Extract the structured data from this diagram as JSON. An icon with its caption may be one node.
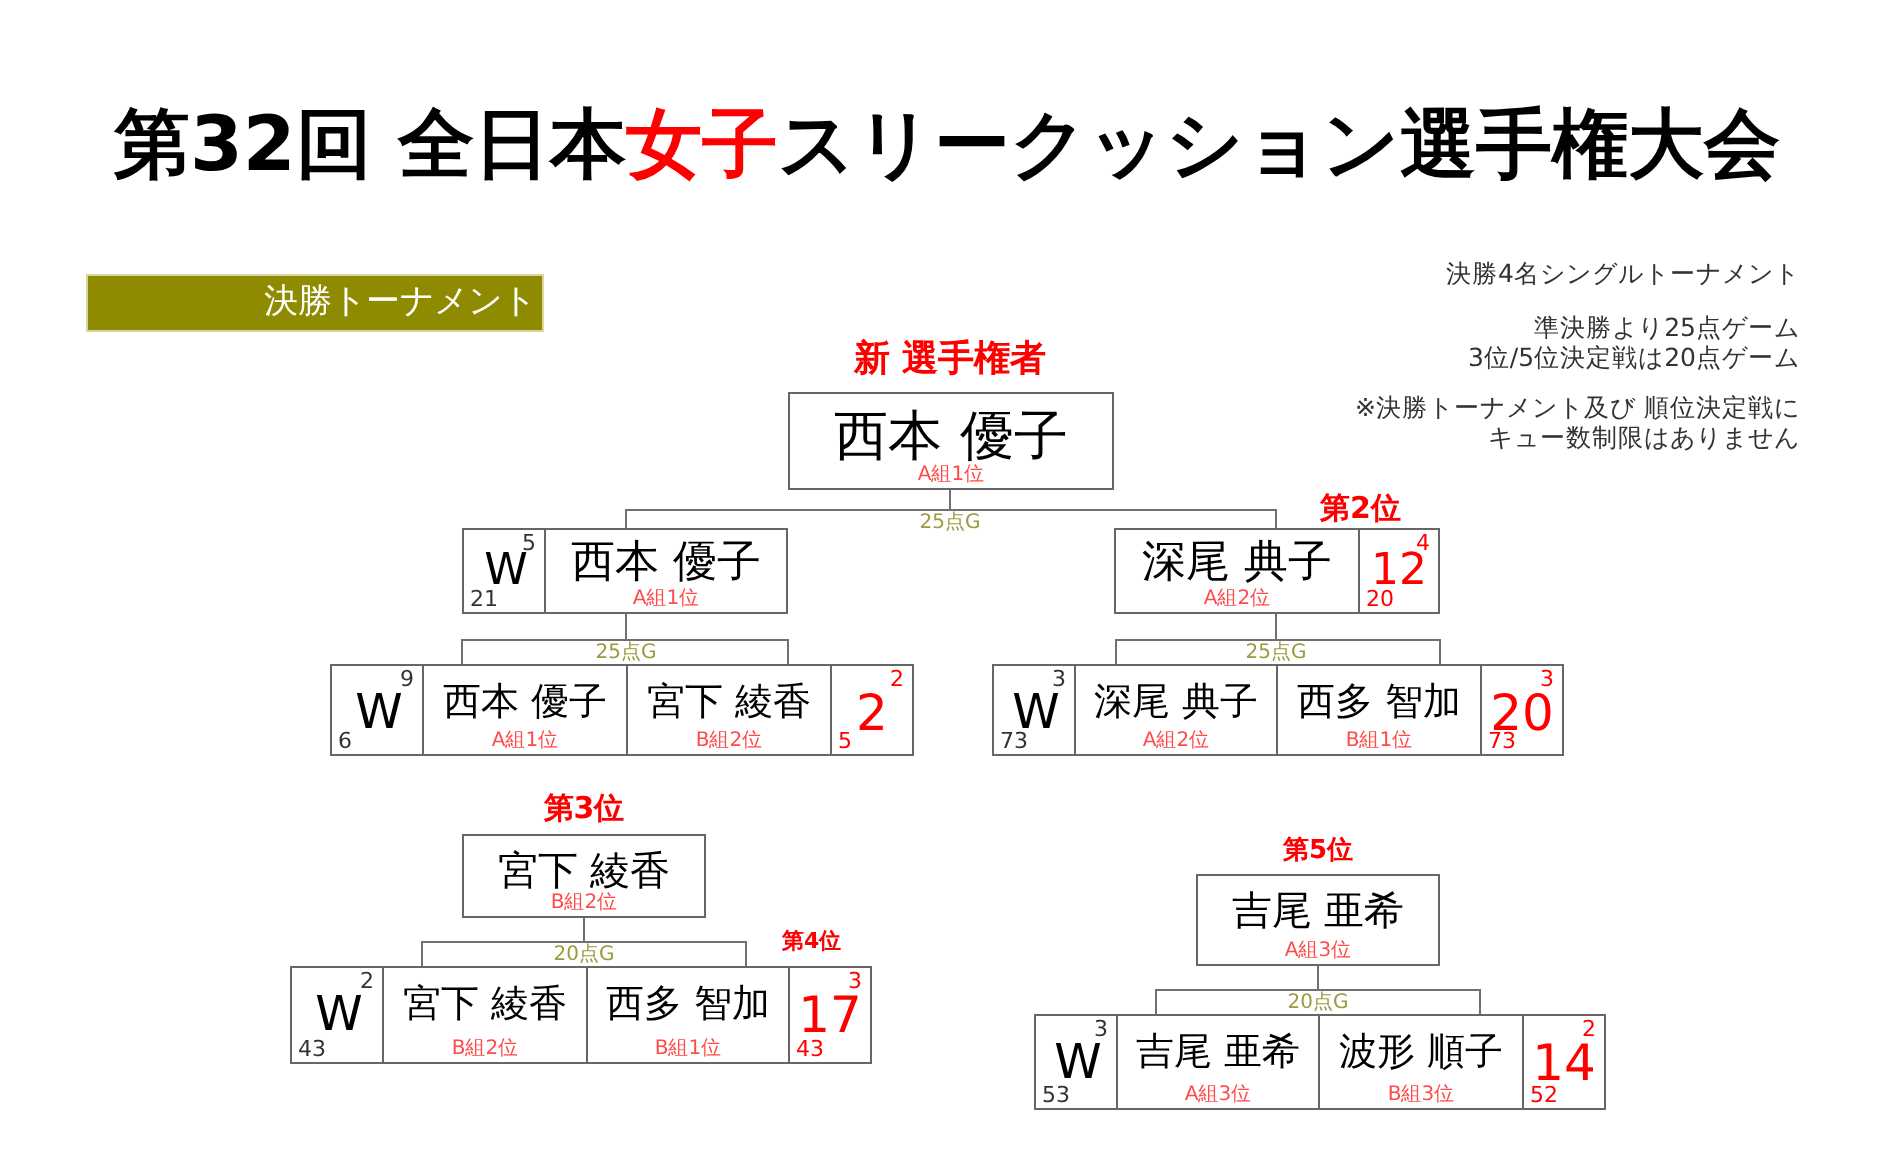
{
  "diagram": {
    "title": "第32回 全日本**女子**スリークッション選手権大会",
    "nodes": [
      {
        "text": [
          "決勝トーナメント"
        ]
      },
      {
        "text": [
          "西本 優子",
          "A組1位"
        ],
        "beside": [
          "新 選手権者"
        ]
      },
      {
        "text": [
          "5",
          "W",
          "21"
        ]
      },
      {
        "text": [
          "西本 優子",
          "A組1位"
        ]
      },
      {
        "text": [
          "深尾 典子",
          "A組2位"
        ],
        "beside": [
          "第2位"
        ]
      },
      {
        "text": [
          "4",
          "12",
          "20"
        ]
      },
      {
        "text": [
          "9",
          "W",
          "6"
        ]
      },
      {
        "text": [
          "西本 優子",
          "A組1位"
        ]
      },
      {
        "text": [
          "宮下 綾香",
          "B組2位"
        ]
      },
      {
        "text": [
          "2",
          "2",
          "5"
        ]
      },
      {
        "text": [
          "3",
          "W",
          "73"
        ]
      },
      {
        "text": [
          "深尾 典子",
          "A組2位"
        ]
      },
      {
        "text": [
          "西多 智加",
          "B組1位"
        ]
      },
      {
        "text": [
          "3",
          "20",
          "73"
        ]
      },
      {
        "text": [
          "宮下 綾香",
          "B組2位"
        ],
        "beside": [
          "第3位"
        ]
      },
      {
        "text": [
          "2",
          "W",
          "43"
        ]
      },
      {
        "text": [
          "宮下 綾香",
          "B組2位"
        ]
      },
      {
        "text": [
          "西多 智加",
          "B組1位"
        ]
      },
      {
        "text": [
          "3",
          "17",
          "43"
        ],
        "beside": [
          "第4位"
        ]
      },
      {
        "text": [
          "吉尾 亜希",
          "A組3位"
        ],
        "beside": [
          "第5位"
        ]
      },
      {
        "text": [
          "3",
          "W",
          "53"
        ]
      },
      {
        "text": [
          "吉尾 亜希",
          "A組3位"
        ]
      },
      {
        "text": [
          "波形 順子",
          "B組3位"
        ]
      },
      {
        "text": [
          "2",
          "14",
          "52"
        ]
      }
    ],
    "edges": [
      {
        "from": 3,
        "to": 1,
        "arrow": "none",
        "label": "25点G"
      },
      {
        "from": 4,
        "to": 1,
        "arrow": "none"
      },
      {
        "from": 7,
        "to": 3,
        "arrow": "none",
        "label": "25点G"
      },
      {
        "from": 8,
        "to": 3,
        "arrow": "none"
      },
      {
        "from": 11,
        "to": 4,
        "arrow": "none",
        "label": "25点G"
      },
      {
        "from": 12,
        "to": 4,
        "arrow": "none"
      },
      {
        "from": 16,
        "to": 14,
        "arrow": "none",
        "label": "20点G"
      },
      {
        "from": 17,
        "to": 14,
        "arrow": "none"
      },
      {
        "from": 21,
        "to": 19,
        "arrow": "none",
        "label": "20点G"
      },
      {
        "from": 22,
        "to": 19,
        "arrow": "none"
      }
    ],
    "labels": [
      "決勝4名シングルトーナメント",
      "準決勝より25点ゲーム",
      "3位/5位決定戦は20点ゲーム",
      "※決勝トーナメント及び 順位決定戦にキュー数制限はありません"
    ]
  }
}
